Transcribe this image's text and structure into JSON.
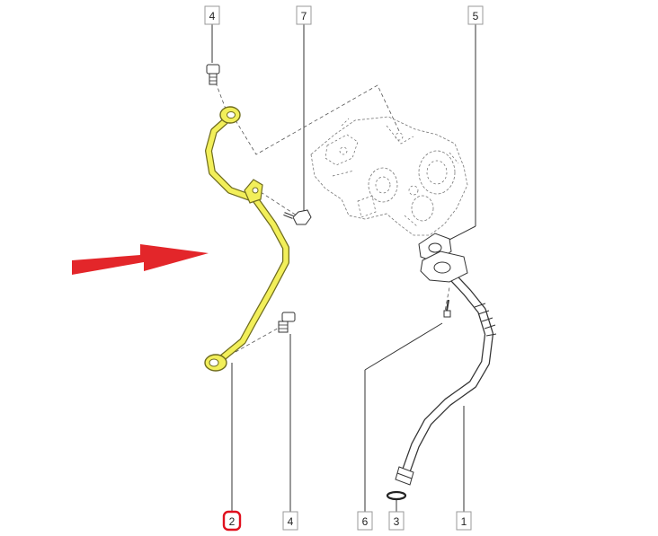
{
  "callouts": [
    {
      "id": "c4-top",
      "label": "4",
      "highlight": false
    },
    {
      "id": "c7",
      "label": "7",
      "highlight": false
    },
    {
      "id": "c5",
      "label": "5",
      "highlight": false
    },
    {
      "id": "c2",
      "label": "2",
      "highlight": true
    },
    {
      "id": "c4-bottom",
      "label": "4",
      "highlight": false
    },
    {
      "id": "c6",
      "label": "6",
      "highlight": false
    },
    {
      "id": "c3",
      "label": "3",
      "highlight": false
    },
    {
      "id": "c1",
      "label": "1",
      "highlight": false
    }
  ],
  "colors": {
    "highlight_pipe": "#f2ef5a",
    "highlight_pipe_outline": "#6f6c1e",
    "arrow": "#e3262a",
    "callout_highlight": "#e0101e"
  }
}
